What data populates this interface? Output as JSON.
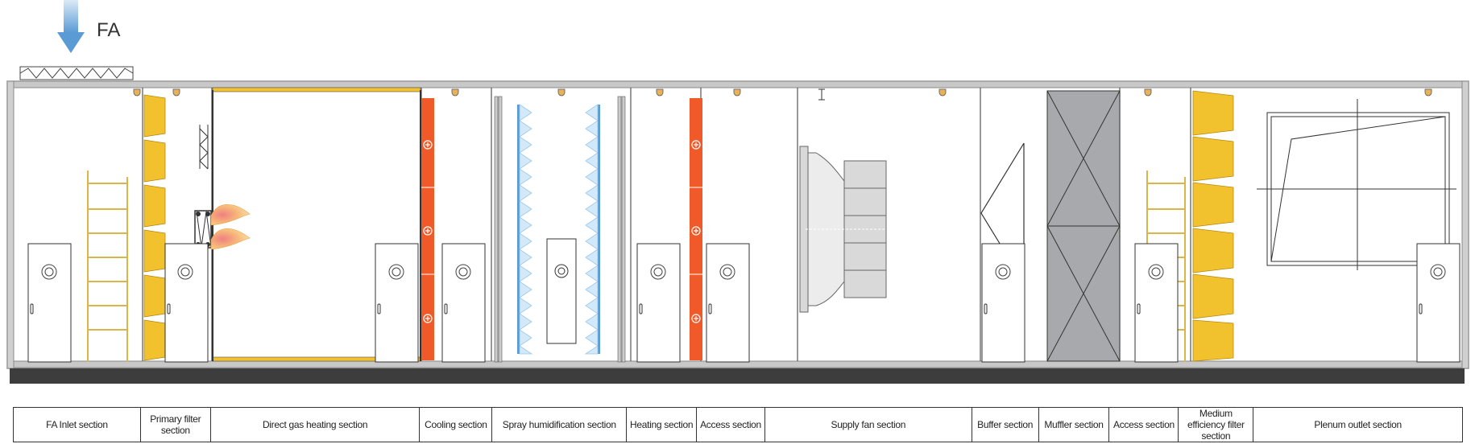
{
  "inlet_label": "FA",
  "sections": [
    {
      "id": "fa-inlet",
      "label": "FA Inlet section"
    },
    {
      "id": "primary-filter",
      "label": "Primary filter section"
    },
    {
      "id": "direct-gas-heating",
      "label": "Direct gas heating section"
    },
    {
      "id": "cooling",
      "label": "Cooling section"
    },
    {
      "id": "spray-humidification",
      "label": "Spray humidification section"
    },
    {
      "id": "heating",
      "label": "Heating section"
    },
    {
      "id": "access-1",
      "label": "Access section"
    },
    {
      "id": "supply-fan",
      "label": "Supply fan section"
    },
    {
      "id": "buffer",
      "label": "Buffer section"
    },
    {
      "id": "muffler",
      "label": "Muffler section"
    },
    {
      "id": "access-2",
      "label": "Access section"
    },
    {
      "id": "medium-filter",
      "label": "Medium efficiency filter section"
    },
    {
      "id": "plenum-outlet",
      "label": "Plenum outlet section"
    }
  ],
  "colors": {
    "filter": "#f2c12e",
    "coil": "#f05a28",
    "muffler": "#a7a9ac",
    "casing": "#9c9c9c",
    "base": "#3d3d3d",
    "arrow": "#5b9bd5",
    "flame": "#f7b97a",
    "ladder": "#d9b54a",
    "spray": "#8ec3ea"
  },
  "icons": [
    "down-arrow-icon",
    "flame-icon",
    "light-fixture-icon",
    "door-handle-icon",
    "viewport-icon"
  ]
}
